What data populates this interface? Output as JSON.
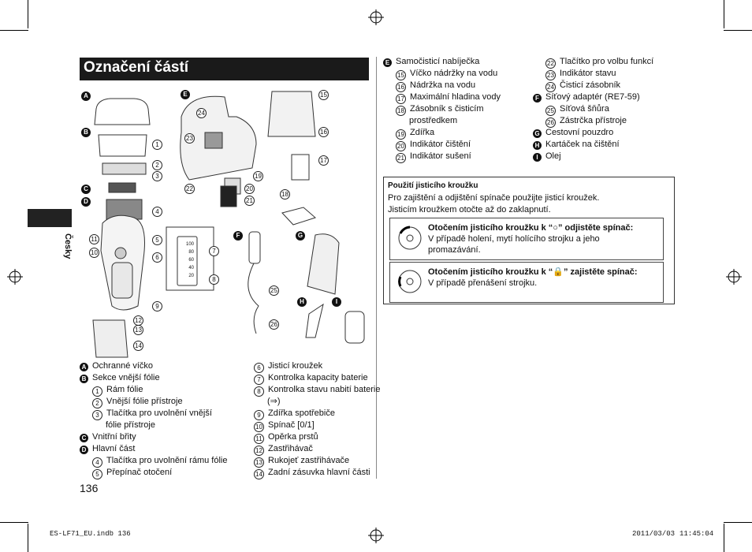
{
  "title": "Označení částí",
  "side_language": "Česky",
  "page_number": "136",
  "footer": {
    "file": "ES-LF71_EU.indb   136",
    "date": "2011/03/03",
    "time": "11:45:04"
  },
  "diagram": {
    "section_letters": [
      "A",
      "B",
      "C",
      "D",
      "E",
      "F",
      "G",
      "H",
      "I"
    ],
    "number_callouts": [
      "1",
      "2",
      "3",
      "4",
      "5",
      "6",
      "7",
      "8",
      "9",
      "10",
      "11",
      "12",
      "13",
      "14",
      "15",
      "16",
      "17",
      "18",
      "19",
      "20",
      "21",
      "22",
      "23",
      "24",
      "25",
      "26"
    ],
    "charge_scale": [
      "100",
      "80",
      "60",
      "40",
      "20"
    ]
  },
  "parts_left": [
    {
      "type": "section",
      "letter": "A",
      "text": "Ochranné víčko"
    },
    {
      "type": "section",
      "letter": "B",
      "text": "Sekce vnější fólie"
    },
    {
      "type": "item",
      "num": "1",
      "text": "Rám fólie"
    },
    {
      "type": "item",
      "num": "2",
      "text": "Vnější fólie přístroje"
    },
    {
      "type": "item",
      "num": "3",
      "text": "Tlačítka pro uvolnění vnější"
    },
    {
      "type": "cont",
      "text": "fólie přístroje"
    },
    {
      "type": "section",
      "letter": "C",
      "text": "Vnitřní břity"
    },
    {
      "type": "section",
      "letter": "D",
      "text": "Hlavní část"
    },
    {
      "type": "item",
      "num": "4",
      "text": "Tlačítka pro uvolnění rámu fólie"
    },
    {
      "type": "item",
      "num": "5",
      "text": "Přepínač otočení"
    }
  ],
  "parts_mid": [
    {
      "type": "item",
      "num": "6",
      "text": "Jisticí kroužek"
    },
    {
      "type": "item",
      "num": "7",
      "text": "Kontrolka kapacity baterie"
    },
    {
      "type": "item",
      "num": "8",
      "text": "Kontrolka stavu nabití baterie"
    },
    {
      "type": "cont",
      "text": "(⇒)"
    },
    {
      "type": "item",
      "num": "9",
      "text": "Zdířka spotřebiče"
    },
    {
      "type": "item",
      "num": "10",
      "text": "Spínač [0/1]"
    },
    {
      "type": "item",
      "num": "11",
      "text": "Opěrka prstů"
    },
    {
      "type": "item",
      "num": "12",
      "text": "Zastřihávač"
    },
    {
      "type": "item",
      "num": "13",
      "text": "Rukojeť zastřihávače"
    },
    {
      "type": "item",
      "num": "14",
      "text": "Zadní zásuvka hlavní části"
    }
  ],
  "parts_right1": [
    {
      "type": "section",
      "letter": "E",
      "text": "Samočisticí nabíječka"
    },
    {
      "type": "item",
      "num": "15",
      "text": "Víčko nádržky na vodu"
    },
    {
      "type": "item",
      "num": "16",
      "text": "Nádržka na vodu"
    },
    {
      "type": "item",
      "num": "17",
      "text": "Maximální hladina vody"
    },
    {
      "type": "item",
      "num": "18",
      "text": "Zásobník s čisticím"
    },
    {
      "type": "cont",
      "text": "prostředkem"
    },
    {
      "type": "item",
      "num": "19",
      "text": "Zdířka"
    },
    {
      "type": "item",
      "num": "20",
      "text": "Indikátor čištění"
    },
    {
      "type": "item",
      "num": "21",
      "text": "Indikátor sušení"
    }
  ],
  "parts_right2": [
    {
      "type": "item",
      "num": "22",
      "text": "Tlačítko pro volbu funkcí"
    },
    {
      "type": "item",
      "num": "23",
      "text": "Indikátor stavu"
    },
    {
      "type": "item",
      "num": "24",
      "text": "Čisticí zásobník"
    },
    {
      "type": "section",
      "letter": "F",
      "text": "Síťový adaptér (RE7-59)"
    },
    {
      "type": "item",
      "num": "25",
      "text": "Síťová šňůra"
    },
    {
      "type": "item",
      "num": "26",
      "text": "Zástrčka přístroje"
    },
    {
      "type": "section",
      "letter": "G",
      "text": "Cestovní pouzdro"
    },
    {
      "type": "section",
      "letter": "H",
      "text": "Kartáček na čištění"
    },
    {
      "type": "section",
      "letter": "I",
      "text": "Olej"
    }
  ],
  "lock_box": {
    "heading": "Použití jisticího kroužku",
    "line1": "Pro zajištění a odjištění spínače použijte jisticí kroužek.",
    "line2": "Jisticím kroužkem otočte až do zaklapnutí.",
    "unlock_title": "Otočením jisticího kroužku k “○” odjistěte spínač:",
    "unlock_text1": "V případě holení, mytí holícího strojku a jeho",
    "unlock_text2": "promazávání.",
    "lock_title": "Otočením jisticího kroužku k “🔒” zajistěte spínač:",
    "lock_text": "V případě přenášení strojku."
  }
}
